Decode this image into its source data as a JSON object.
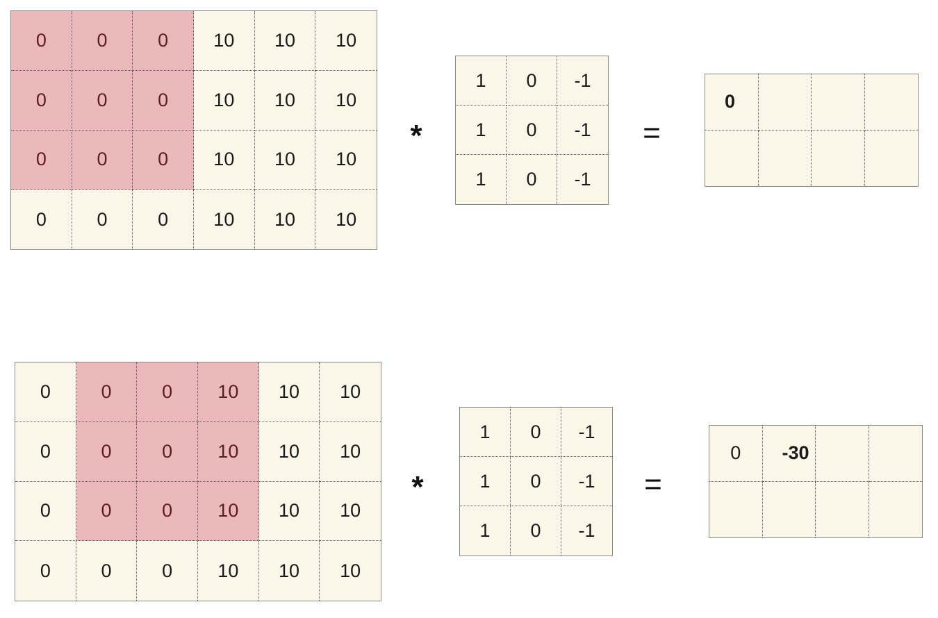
{
  "operators": {
    "convolve": "*",
    "equals": "="
  },
  "colors": {
    "cell_bg": "#faf7e9",
    "highlight_bg": "#ecb9bb",
    "border": "#8a8a85"
  },
  "rows": [
    {
      "input": [
        [
          "0",
          "0",
          "0",
          "10",
          "10",
          "10"
        ],
        [
          "0",
          "0",
          "0",
          "10",
          "10",
          "10"
        ],
        [
          "0",
          "0",
          "0",
          "10",
          "10",
          "10"
        ],
        [
          "0",
          "0",
          "0",
          "10",
          "10",
          "10"
        ]
      ],
      "highlight": {
        "row_start": 0,
        "row_end": 2,
        "col_start": 0,
        "col_end": 2
      },
      "kernel": [
        [
          "1",
          "0",
          "-1"
        ],
        [
          "1",
          "0",
          "-1"
        ],
        [
          "1",
          "0",
          "-1"
        ]
      ],
      "output": [
        [
          "0",
          "",
          "",
          ""
        ],
        [
          "",
          "",
          "",
          ""
        ]
      ],
      "output_bold": [
        0,
        0
      ]
    },
    {
      "input": [
        [
          "0",
          "0",
          "0",
          "10",
          "10",
          "10"
        ],
        [
          "0",
          "0",
          "0",
          "10",
          "10",
          "10"
        ],
        [
          "0",
          "0",
          "0",
          "10",
          "10",
          "10"
        ],
        [
          "0",
          "0",
          "0",
          "10",
          "10",
          "10"
        ]
      ],
      "highlight": {
        "row_start": 0,
        "row_end": 2,
        "col_start": 1,
        "col_end": 3
      },
      "kernel": [
        [
          "1",
          "0",
          "-1"
        ],
        [
          "1",
          "0",
          "-1"
        ],
        [
          "1",
          "0",
          "-1"
        ]
      ],
      "output": [
        [
          "0",
          "-30",
          "",
          ""
        ],
        [
          "",
          "",
          "",
          ""
        ]
      ],
      "output_bold": [
        0,
        1
      ]
    }
  ]
}
